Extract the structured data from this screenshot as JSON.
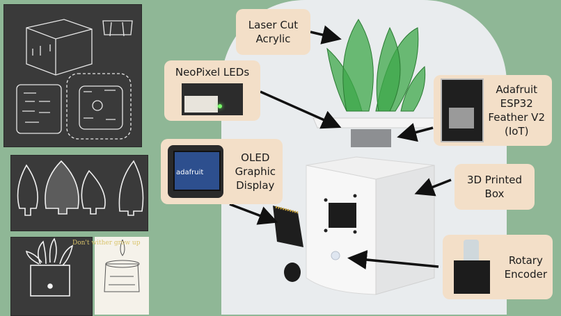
{
  "labels": {
    "laser": [
      "Laser Cut",
      "Acrylic"
    ],
    "neopixel": "NeoPixel LEDs",
    "oled": [
      "OLED",
      "Graphic",
      "Display"
    ],
    "esp": [
      "Adafruit",
      "ESP32",
      "Feather V2",
      "(IoT)"
    ],
    "box": [
      "3D Printed",
      "Box"
    ],
    "rotary": [
      "Rotary",
      "Encoder"
    ]
  },
  "sketch_text": {
    "note": "Don't wither grow up",
    "oled_brand": "adafruit"
  },
  "colors": {
    "background": "#8fb796",
    "label_fill": "#f3dfc8",
    "leaf": "#3ea84a",
    "panel": "#3a3a3a"
  }
}
